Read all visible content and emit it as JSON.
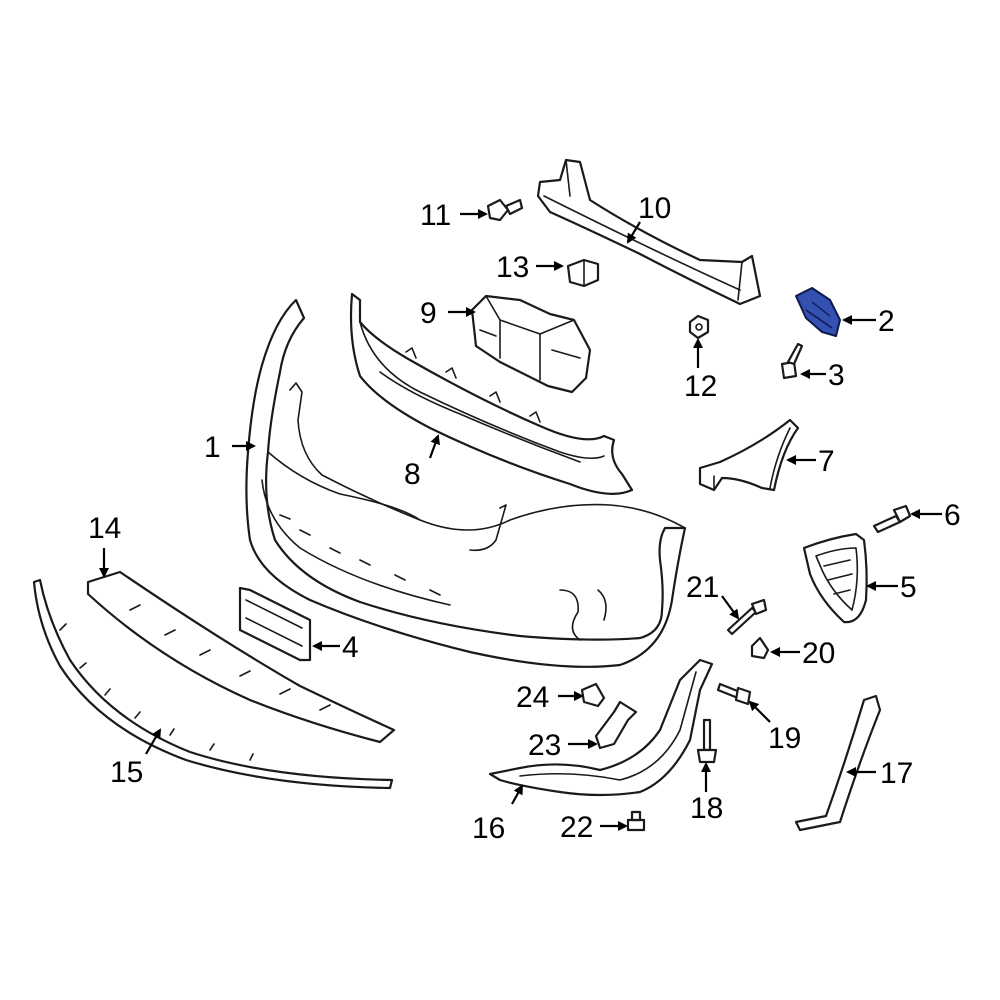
{
  "highlight_color": "#3450b0",
  "parts": [
    {
      "id": "p1",
      "number": "1"
    },
    {
      "id": "p2",
      "number": "2"
    },
    {
      "id": "p3",
      "number": "3"
    },
    {
      "id": "p4",
      "number": "4"
    },
    {
      "id": "p5",
      "number": "5"
    },
    {
      "id": "p6",
      "number": "6"
    },
    {
      "id": "p7",
      "number": "7"
    },
    {
      "id": "p8",
      "number": "8"
    },
    {
      "id": "p9",
      "number": "9"
    },
    {
      "id": "p10",
      "number": "10"
    },
    {
      "id": "p11",
      "number": "11"
    },
    {
      "id": "p12",
      "number": "12"
    },
    {
      "id": "p13",
      "number": "13"
    },
    {
      "id": "p14",
      "number": "14"
    },
    {
      "id": "p15",
      "number": "15"
    },
    {
      "id": "p16",
      "number": "16"
    },
    {
      "id": "p17",
      "number": "17"
    },
    {
      "id": "p18",
      "number": "18"
    },
    {
      "id": "p19",
      "number": "19"
    },
    {
      "id": "p20",
      "number": "20"
    },
    {
      "id": "p21",
      "number": "21"
    },
    {
      "id": "p22",
      "number": "22"
    },
    {
      "id": "p23",
      "number": "23"
    },
    {
      "id": "p24",
      "number": "24"
    }
  ]
}
